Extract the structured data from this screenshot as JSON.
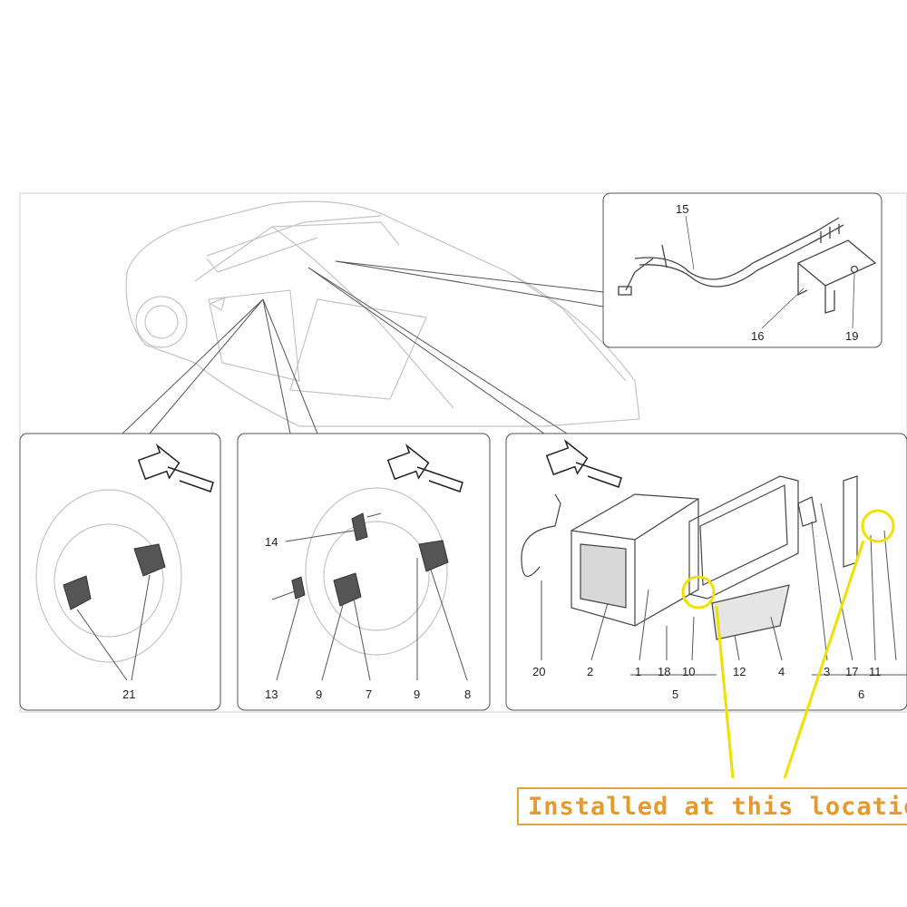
{
  "labels": {
    "p15": "15",
    "p16": "16",
    "p19": "19",
    "p14": "14",
    "p13": "13",
    "p9a": "9",
    "p7": "7",
    "p9b": "9",
    "p8": "8",
    "p21": "21",
    "p20": "20",
    "p2": "2",
    "p1": "1",
    "p18": "18",
    "p10": "10",
    "p12": "12",
    "p4": "4",
    "p3": "3",
    "p17": "17",
    "p11": "11",
    "g5": "5",
    "g6": "6"
  },
  "callout": {
    "text": "Installed at this location"
  },
  "colors": {
    "highlight": "#f0e000",
    "callout_border": "#e3a53c",
    "callout_text": "#e39a2e",
    "line": "#9a9a9a"
  }
}
